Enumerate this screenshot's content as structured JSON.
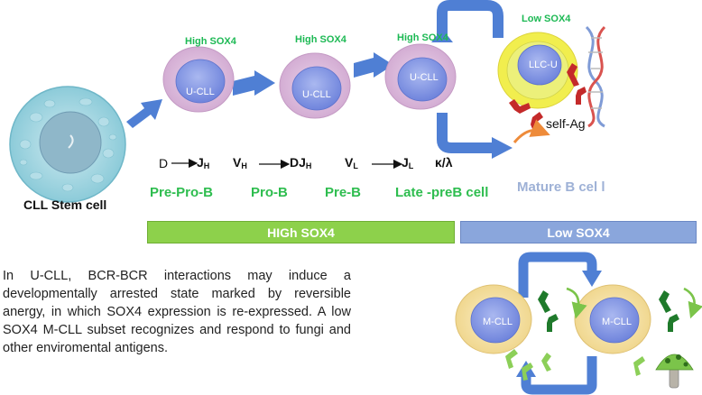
{
  "colors": {
    "arrow_blue": "#4f7fd4",
    "progenitor_pink": "#dcbfdc",
    "nucleus_blue": "#8a9de6",
    "stem_teal": "#9fd3df",
    "mcll_yellow": "#f5e3a6",
    "green_label": "#1db954",
    "high_bar": "#8dd14b",
    "low_bar": "#8aa6dc",
    "mature_label": "#9eb1d6"
  },
  "sox_labels": {
    "high_1": "High SOX4",
    "high_2": "High SOX4",
    "high_3": "High SOX4",
    "low": "Low SOX4"
  },
  "cells": {
    "stem_label": "CLL Stem cell",
    "ucll_1": "U-CLL",
    "ucll_2": "U-CLL",
    "ucll_3": "U-CLL",
    "llcu": "LLC-U",
    "mcll_1": "M-CLL",
    "mcll_2": "M-CLL",
    "self_ag": "self-Ag"
  },
  "rearrangements": {
    "d": "D",
    "jh_main": "J",
    "jh_sub": "H",
    "vh_main": "V",
    "vh_sub": "H",
    "djh_main": "DJ",
    "djh_sub": "H",
    "vl_main": "V",
    "vl_sub": "L",
    "jl_main": "J",
    "jl_sub": "L",
    "kl": "κ/λ"
  },
  "stages": {
    "pre_pro_b": "Pre-Pro-B",
    "pro_b": "Pro-B",
    "pre_b": "Pre-B",
    "late_pre_b": "Late -preB  cell",
    "mature_b": "Mature B cel l"
  },
  "bars": {
    "high": "HIGh SOX4",
    "low": "Low SOX4"
  },
  "caption": "In U-CLL, BCR-BCR interactions may induce a developmentally arrested state marked by reversible anergy, in which SOX4 expression is re-expressed.  A low SOX4 M-CLL subset recognizes and respond to fungi and other enviromental antigens."
}
